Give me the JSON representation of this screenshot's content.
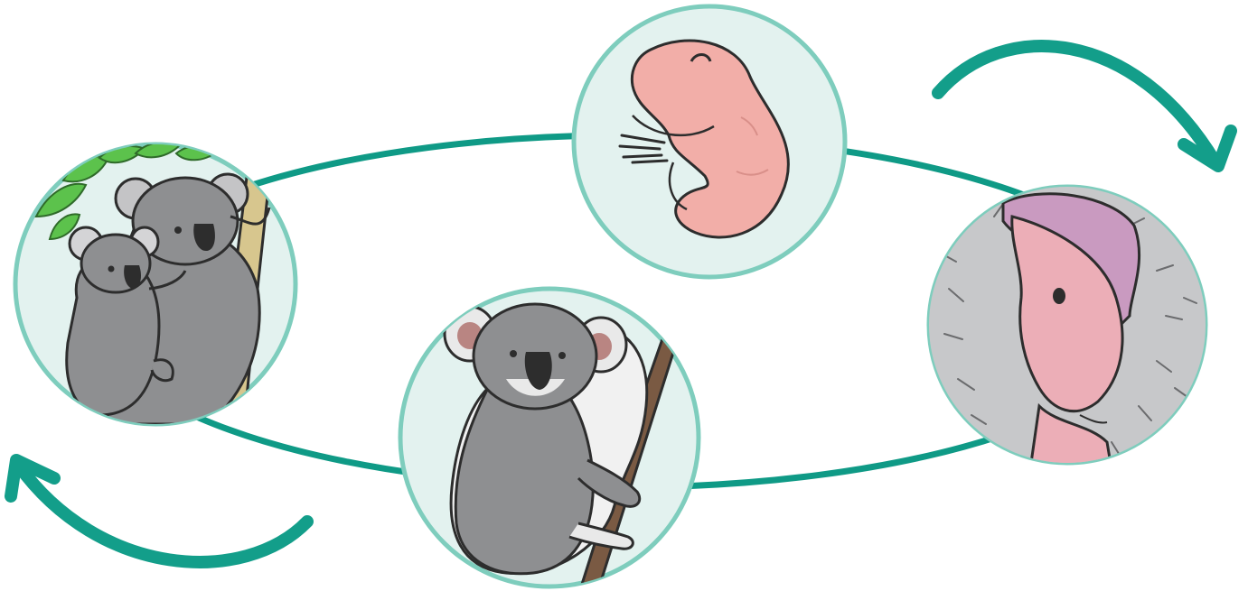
{
  "diagram": {
    "type": "life-cycle",
    "stages": [
      {
        "id": "newborn-joey",
        "icon": "newborn-joey-icon"
      },
      {
        "id": "joey-in-pouch",
        "icon": "joey-in-pouch-icon"
      },
      {
        "id": "adult-koala",
        "icon": "adult-koala-icon"
      },
      {
        "id": "mother-with-joey",
        "icon": "mother-with-joey-icon"
      }
    ],
    "direction": "clockwise",
    "colors": {
      "cycle_line": "#0f9a86",
      "arrow": "#139e8a",
      "circle_border": "#7ecdbd",
      "circle_fill": "#e3f2ef",
      "koala_fur": "#8e8f91",
      "joey_skin": "#f2aea8"
    }
  }
}
